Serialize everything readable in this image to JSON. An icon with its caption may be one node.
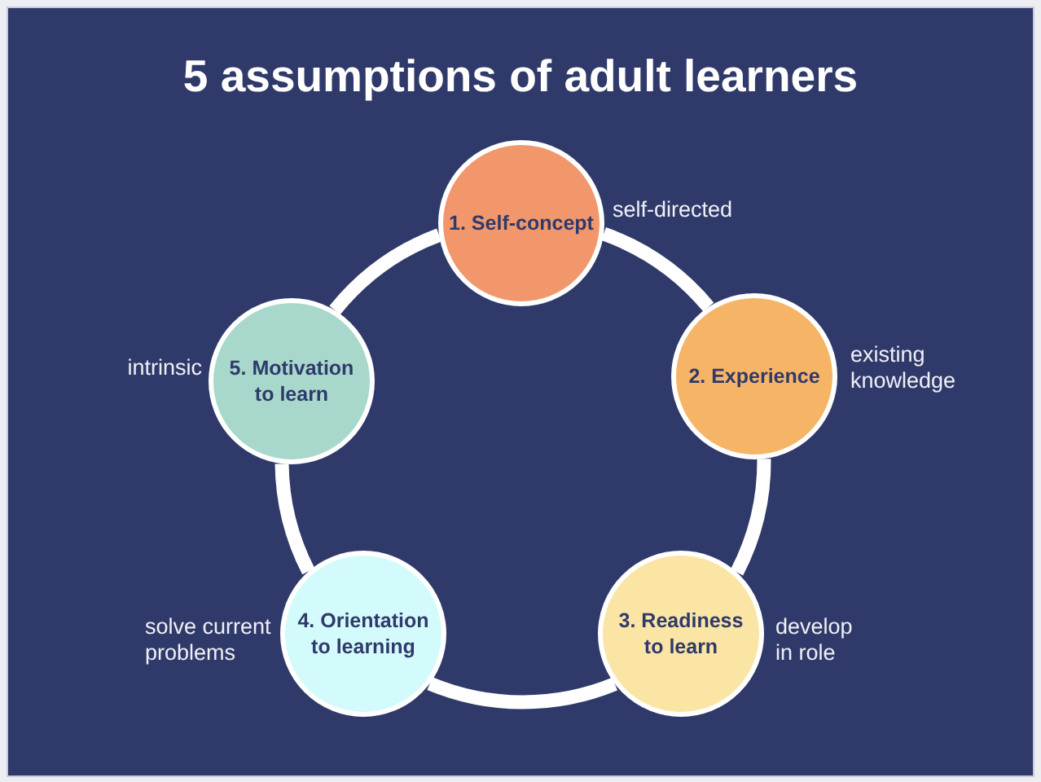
{
  "diagram": {
    "title": "5 assumptions of adult learners",
    "nodes": [
      {
        "text": [
          "1. Self-concept"
        ],
        "beside": [
          "self-directed"
        ]
      },
      {
        "text": [
          "2. Experience"
        ],
        "beside": [
          "existing knowledge"
        ]
      },
      {
        "text": [
          "3. Readiness to learn"
        ],
        "beside": [
          "develop in role"
        ]
      },
      {
        "text": [
          "4. Orientation to learning"
        ],
        "beside": [
          "solve current problems"
        ]
      },
      {
        "text": [
          "5. Motivation to learn"
        ],
        "beside": [
          "intrinsic"
        ]
      }
    ],
    "edges": [
      {
        "from": 0,
        "to": 1,
        "arrow": "none"
      },
      {
        "from": 1,
        "to": 2,
        "arrow": "none"
      },
      {
        "from": 2,
        "to": 3,
        "arrow": "none"
      },
      {
        "from": 3,
        "to": 4,
        "arrow": "none"
      },
      {
        "from": 4,
        "to": 0,
        "arrow": "none"
      }
    ]
  }
}
